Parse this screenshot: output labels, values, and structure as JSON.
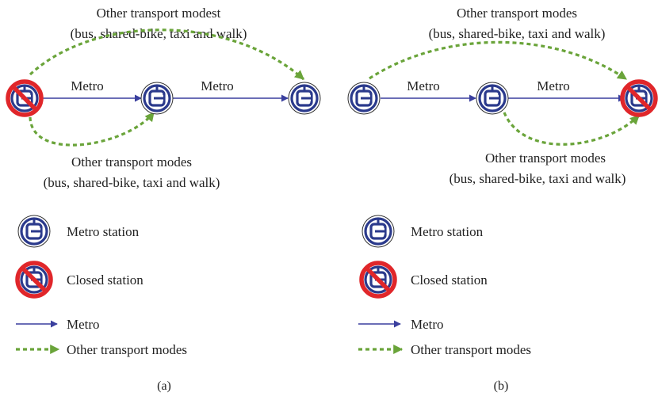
{
  "panel_a": {
    "top_title": "Other transport modest",
    "top_detail": "(bus, shared-bike, taxi and walk)",
    "edge1_label": "Metro",
    "edge2_label": "Metro",
    "bottom_title": "Other transport modes",
    "bottom_detail": "(bus, shared-bike, taxi and walk)",
    "legend": {
      "metro_station": "Metro station",
      "closed_station": "Closed station",
      "metro": "Metro",
      "other": "Other transport modes"
    },
    "caption": "(a)"
  },
  "panel_b": {
    "top_title": "Other transport modes",
    "top_detail": "(bus, shared-bike, taxi and walk)",
    "edge1_label": "Metro",
    "edge2_label": "Metro",
    "bottom_title": "Other transport modes",
    "bottom_detail": "(bus, shared-bike, taxi and walk)",
    "legend": {
      "metro_station": "Metro station",
      "closed_station": "Closed station",
      "metro": "Metro",
      "other": "Other transport modes"
    },
    "caption": "(b)"
  },
  "colors": {
    "metro_line": "#3a3f9e",
    "other_line": "#6aa43a",
    "closed_sign": "#e0262a",
    "station_logo": "#2b3a8c"
  }
}
